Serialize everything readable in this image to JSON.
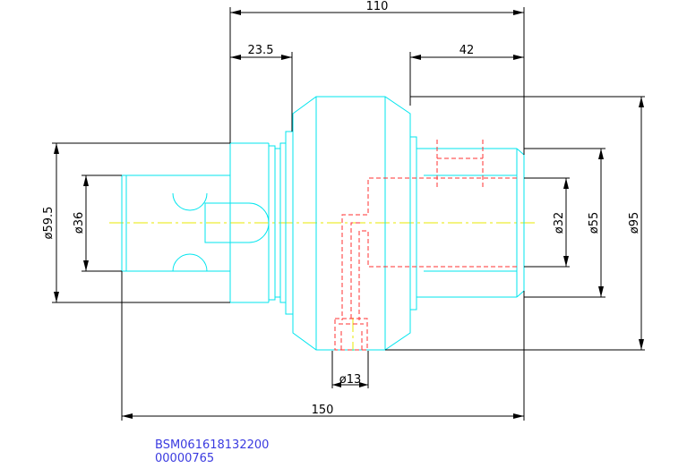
{
  "dimensions": {
    "overall_length": "110",
    "flange_offset": "23.5",
    "shank_length": "42",
    "total_length": "150",
    "bore_diameter": "ø13",
    "dia_59_5": "ø59.5",
    "dia_36": "ø36",
    "dia_32": "ø32",
    "dia_55": "ø55",
    "dia_95": "ø95"
  },
  "caption": {
    "part_number": "BSM061618132200",
    "serial": "00000765"
  },
  "colors": {
    "outline": "#00e5ee",
    "hidden": "#ff3030",
    "centerline": "#e8e800",
    "dimension": "#000000",
    "caption": "#3a3ae0"
  }
}
